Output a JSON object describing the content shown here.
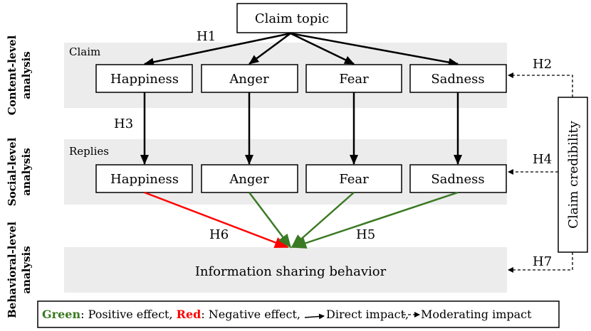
{
  "top_node": "Claim topic",
  "levels": {
    "content": {
      "line1": "Content-level",
      "line2": "analysis",
      "band_label": "Claim"
    },
    "social": {
      "line1": "Social-level",
      "line2": "analysis",
      "band_label": "Replies"
    },
    "behavioral": {
      "line1": "Behavioral-level",
      "line2": "analysis",
      "node": "Information sharing behavior"
    }
  },
  "emotions": [
    "Happiness",
    "Anger",
    "Fear",
    "Sadness"
  ],
  "moderator": "Claim credibility",
  "hypotheses": {
    "h1": "H1",
    "h2": "H2",
    "h3": "H3",
    "h4": "H4",
    "h5": "H5",
    "h6": "H6",
    "h7": "H7"
  },
  "legend": {
    "green_word": "Green",
    "green_desc": ": Positive effect, ",
    "red_word": "Red",
    "red_desc": ": Negative effect,",
    "direct": "Direct impact,",
    "moderating": "Moderating impact"
  },
  "colors": {
    "positive": "#3a7a23",
    "negative": "#ff0000"
  }
}
